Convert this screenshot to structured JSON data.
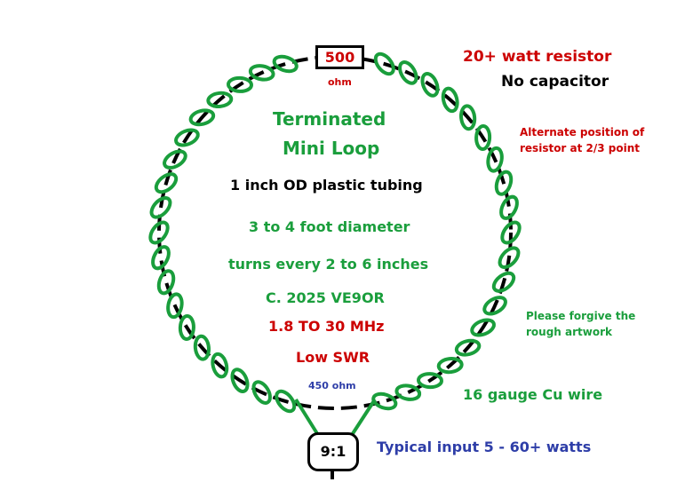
{
  "colors": {
    "background": "#ffffff",
    "loop_wire": "#000000",
    "coil_wire": "#1a9e3c",
    "red_text": "#cc0000",
    "green_text": "#1a9e3c",
    "blue_text": "#2e3ea8",
    "black_text": "#000000"
  },
  "resistor": {
    "value": "500",
    "unit": "ohm",
    "title": "20+ watt resistor",
    "note": "No capacitor"
  },
  "title": {
    "line1": "Terminated",
    "line2": "Mini Loop"
  },
  "notes": {
    "alternate_line1": "Alternate position of",
    "alternate_line2": "resistor at 2/3 point",
    "tubing": "1 inch OD plastic tubing",
    "diameter": "3 to 4 foot diameter",
    "turns": "turns every 2 to 6 inches",
    "copyright": "C. 2025 VE9OR",
    "frequency": "1.8 TO 30 MHz",
    "swr": "Low SWR",
    "forgive_line1": "Please forgive the",
    "forgive_line2": "rough artwork",
    "feed_impedance": "450 ohm",
    "wire": "16 gauge Cu wire",
    "input_power": "Typical input 5 - 60+ watts"
  },
  "balun": {
    "ratio": "9:1"
  }
}
